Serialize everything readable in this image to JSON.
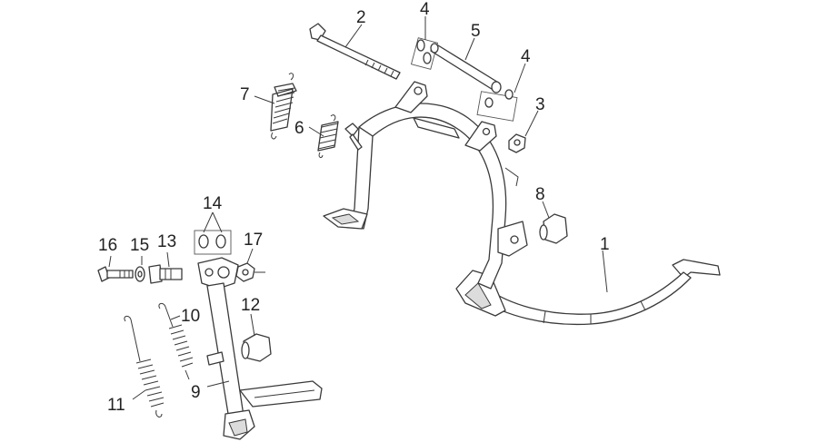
{
  "callouts": {
    "n1": "1",
    "n2": "2",
    "n3": "3",
    "n4a": "4",
    "n4b": "4",
    "n5": "5",
    "n6": "6",
    "n7": "7",
    "n8": "8",
    "n9": "9",
    "n10": "10",
    "n11": "11",
    "n12": "12",
    "n13": "13",
    "n14": "14",
    "n15": "15",
    "n16": "16",
    "n17": "17"
  },
  "colors": {
    "line": "#3a3a3a",
    "background": "#ffffff"
  }
}
